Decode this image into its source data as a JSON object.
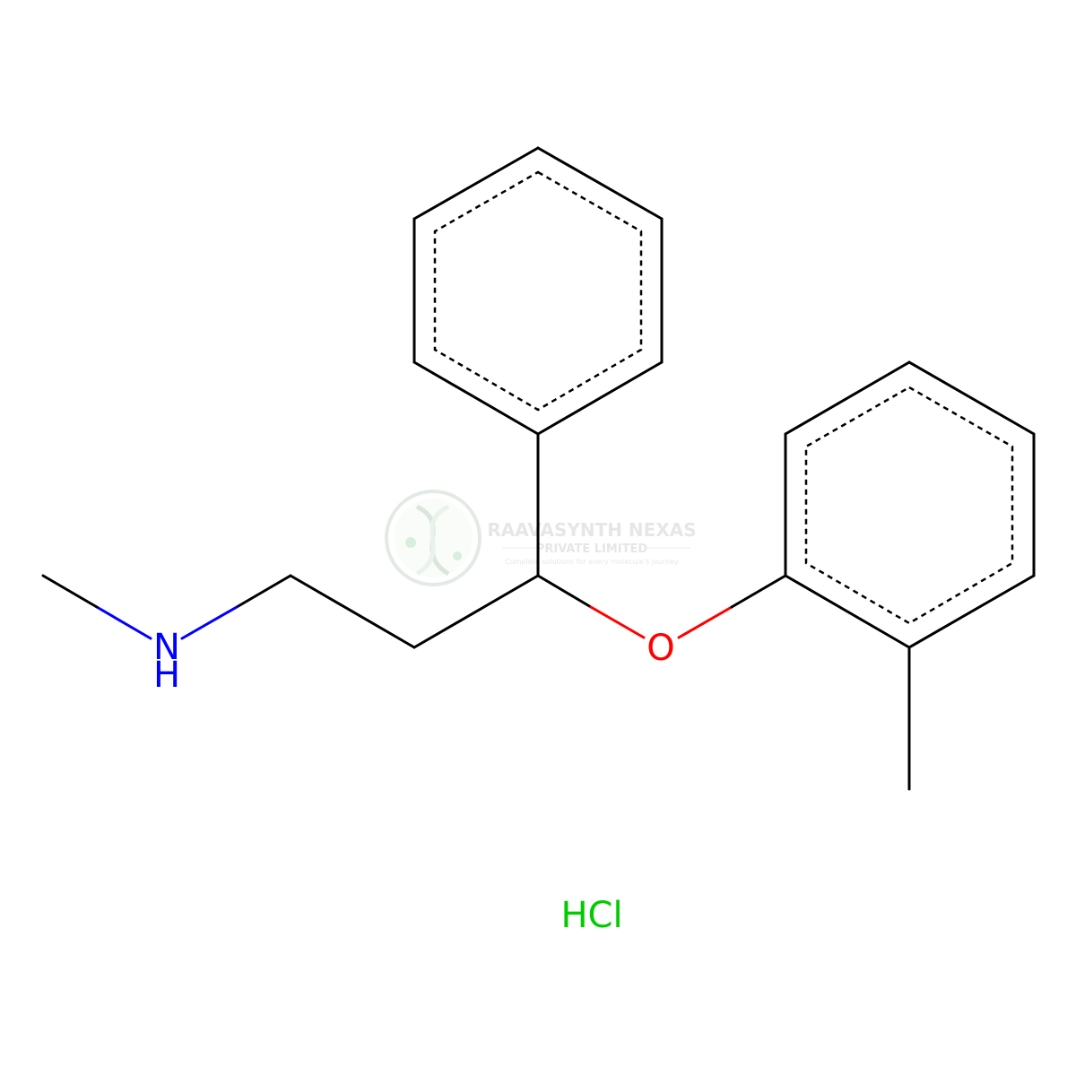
{
  "molecule": {
    "atoms": {
      "nitrogen": "N",
      "nitrogen_hydrogen": "H",
      "oxygen": "O",
      "salt": "HCl"
    },
    "colors": {
      "bond": "#000000",
      "nitrogen": "#0000ff",
      "oxygen": "#ff0000",
      "chlorine_salt": "#00cc00"
    }
  },
  "watermark": {
    "company": "RAAVASYNTH NEXAS",
    "subtitle": "PRIVATE LIMITED",
    "tagline": "Complete solutions for every molecule's journey",
    "logo_icon": "dna-helix-icon"
  }
}
